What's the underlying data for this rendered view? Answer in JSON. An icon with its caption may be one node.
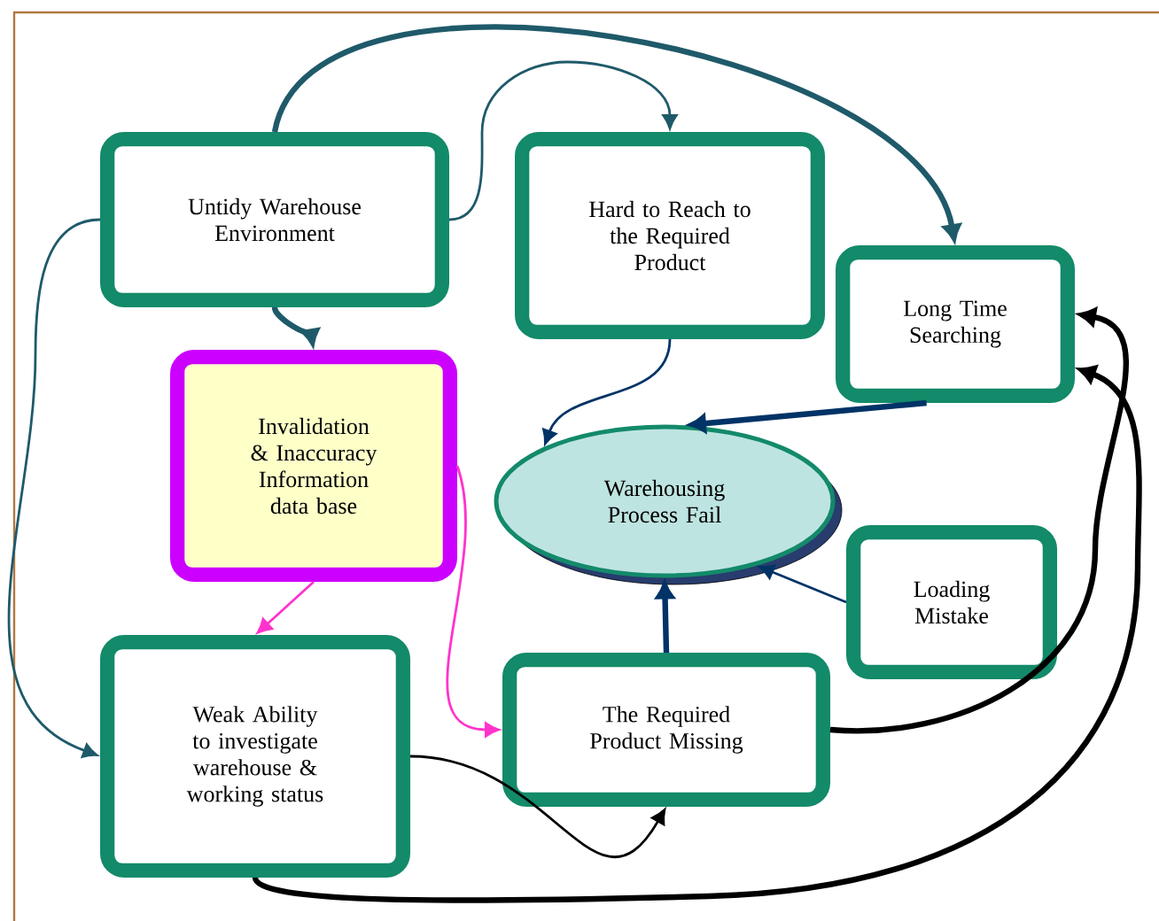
{
  "diagram": {
    "nodes": [
      {
        "text": [
          "Untidy Warehouse Environment"
        ]
      },
      {
        "text": [
          "Hard to Reach to the Required Product"
        ]
      },
      {
        "text": [
          "Long Time Searching"
        ]
      },
      {
        "text": [
          "Invalidation & Inaccuracy Information data base"
        ]
      },
      {
        "text": [
          "Warehousing Process Fail"
        ]
      },
      {
        "text": [
          "Loading Mistake"
        ]
      },
      {
        "text": [
          "Weak Ability to investigate warehouse & working status"
        ]
      },
      {
        "text": [
          "The Required Product Missing"
        ]
      }
    ],
    "edges": [
      {
        "from": 0,
        "to": 1,
        "arrow": "to"
      },
      {
        "from": 0,
        "to": 2,
        "arrow": "to",
        "style": "thick"
      },
      {
        "from": 0,
        "to": 3,
        "arrow": "to",
        "style": "thick"
      },
      {
        "from": 0,
        "to": 6,
        "arrow": "to"
      },
      {
        "from": 1,
        "to": 4,
        "arrow": "to",
        "color": "#003366"
      },
      {
        "from": 2,
        "to": 4,
        "arrow": "to",
        "style": "thick",
        "color": "#003366"
      },
      {
        "from": 7,
        "to": 4,
        "arrow": "to",
        "style": "thick",
        "color": "#003366"
      },
      {
        "from": 5,
        "to": 4,
        "arrow": "to",
        "color": "#003366"
      },
      {
        "from": 3,
        "to": 6,
        "arrow": "to",
        "color": "#ff33cc"
      },
      {
        "from": 3,
        "to": 7,
        "arrow": "to",
        "color": "#ff33cc"
      },
      {
        "from": 6,
        "to": 7,
        "arrow": "to",
        "color": "#000000"
      },
      {
        "from": 6,
        "to": 2,
        "arrow": "to",
        "style": "thick",
        "color": "#000000"
      },
      {
        "from": 7,
        "to": 2,
        "arrow": "to",
        "style": "thick",
        "color": "#000000"
      }
    ]
  }
}
